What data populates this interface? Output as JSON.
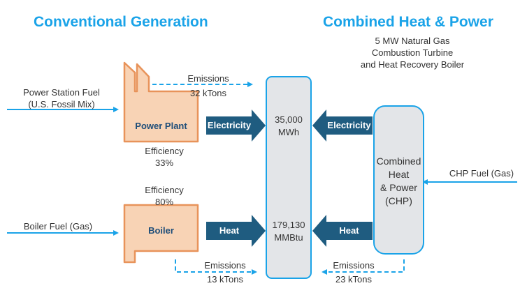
{
  "titles": {
    "conventional": "Conventional Generation",
    "chp": "Combined Heat & Power"
  },
  "chp_spec": {
    "line1": "5 MW Natural Gas",
    "line2": "Combustion Turbine",
    "line3": "and Heat Recovery Boiler"
  },
  "inputs": {
    "power_station_fuel_line1": "Power Station Fuel",
    "power_station_fuel_line2": "(U.S. Fossil Mix)",
    "boiler_fuel": "Boiler Fuel (Gas)",
    "chp_fuel": "CHP Fuel (Gas)"
  },
  "power_plant": {
    "label": "Power Plant",
    "efficiency_label": "Efficiency",
    "efficiency_value": "33%",
    "emissions_label": "Emissions",
    "emissions_value": "32 kTons"
  },
  "boiler": {
    "label": "Boiler",
    "efficiency_label": "Efficiency",
    "efficiency_value": "80%",
    "emissions_label": "Emissions",
    "emissions_value": "13 kTons"
  },
  "chp_unit": {
    "line1": "Combined",
    "line2": "Heat",
    "line3": "& Power",
    "line4": "(CHP)",
    "emissions_label": "Emissions",
    "emissions_value": "23 kTons"
  },
  "arrows": {
    "electricity_left": "Electricity",
    "electricity_right": "Electricity",
    "heat_left": "Heat",
    "heat_right": "Heat"
  },
  "demand": {
    "electricity_value": "35,000",
    "electricity_unit": "MWh",
    "heat_value": "179,130",
    "heat_unit": "MMBtu"
  },
  "colors": {
    "accent_blue": "#1aa3e8",
    "dark_arrow": "#1f5c80",
    "plant_fill": "#f8d3b5",
    "plant_stroke": "#e8935a",
    "box_fill": "#e3e5e8",
    "box_stroke": "#1aa3e8"
  }
}
